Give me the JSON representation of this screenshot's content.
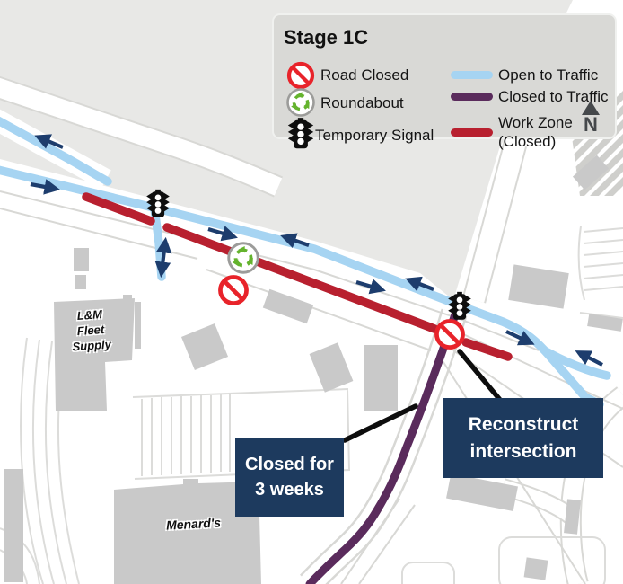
{
  "legend": {
    "title": "Stage 1C",
    "symbols": [
      {
        "icon": "road-closed-icon",
        "label": "Road Closed"
      },
      {
        "icon": "roundabout-icon",
        "label": "Roundabout"
      },
      {
        "icon": "temporary-signal-icon",
        "label": "Temporary Signal"
      }
    ],
    "lines": [
      {
        "swatch": "open-to-traffic-swatch",
        "label": "Open to Traffic"
      },
      {
        "swatch": "closed-to-traffic-swatch",
        "label": "Closed to Traffic"
      },
      {
        "swatch": "work-zone-swatch",
        "label_lines": [
          "Work Zone",
          "(Closed)"
        ]
      }
    ],
    "north_label": "N"
  },
  "callouts": [
    {
      "lines": [
        "Closed for",
        "3 weeks"
      ]
    },
    {
      "lines": [
        "Reconstruct",
        "intersection"
      ]
    }
  ],
  "map_labels": [
    {
      "name": "lm-fleet-supply-building",
      "lines": [
        "L&M",
        "Fleet",
        "Supply"
      ]
    },
    {
      "name": "menards-building",
      "lines": [
        "Menard's"
      ]
    }
  ],
  "map_icons": [
    {
      "name": "temporary-signal-icon",
      "location": "west-intersection"
    },
    {
      "name": "temporary-signal-icon",
      "location": "east-intersection"
    },
    {
      "name": "roundabout-icon",
      "location": "center-work-zone"
    },
    {
      "name": "road-closed-icon",
      "location": "center-work-zone"
    },
    {
      "name": "road-closed-icon",
      "location": "east-intersection"
    }
  ],
  "colors": {
    "open": "#a6d4f2",
    "closed": "#5a2b5c",
    "work": "#b8202f",
    "arrow": "#1d3d6d",
    "navy": "#1d3a5e",
    "green": "#64b32d",
    "redring": "#e8232a",
    "signal": "#0e0e0e",
    "grayarea": "#e8e8e6",
    "legendbg": "#d9d9d6",
    "building": "#c9c9c9",
    "casing": "#d8d8d5",
    "parking": "#dcdcda",
    "north": "#45484b",
    "calloutline": "#0d0d0d",
    "hatch": "#cfcfcc"
  }
}
